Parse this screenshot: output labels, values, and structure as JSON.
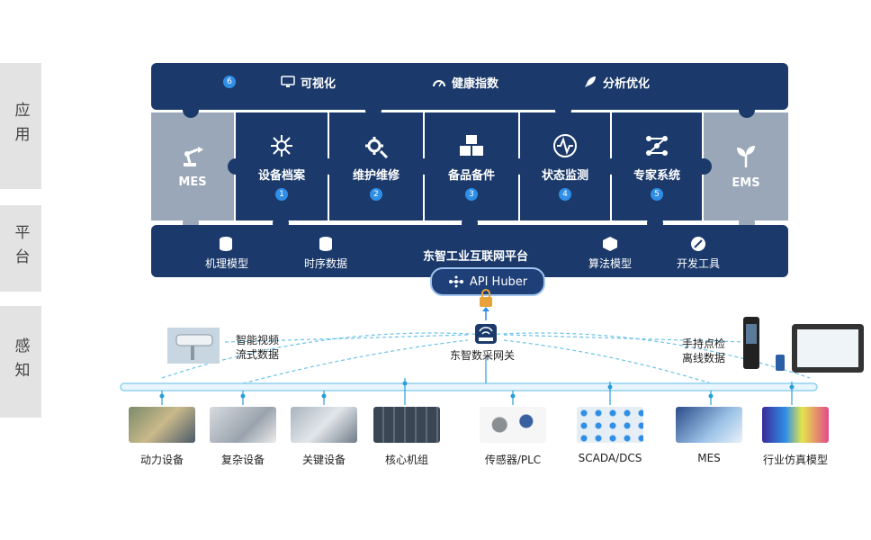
{
  "layers": [
    "应用",
    "平台",
    "感知"
  ],
  "applications": {
    "badge": "6",
    "items": [
      "可视化",
      "健康指数",
      "分析优化"
    ]
  },
  "modules": [
    {
      "label": "MES",
      "number": ""
    },
    {
      "label": "设备档案",
      "number": "1"
    },
    {
      "label": "维护维修",
      "number": "2"
    },
    {
      "label": "备品备件",
      "number": "3"
    },
    {
      "label": "状态监测",
      "number": "4"
    },
    {
      "label": "专家系统",
      "number": "5"
    },
    {
      "label": "EMS",
      "number": ""
    }
  ],
  "platform": {
    "title": "东智工业互联网平台",
    "tools": [
      "机理模型",
      "时序数据",
      "算法模型",
      "开发工具"
    ]
  },
  "api": {
    "label": "API Huber"
  },
  "gateway": {
    "label": "东智数采网关"
  },
  "sources": {
    "left": [
      "智能视频",
      "流式数据"
    ],
    "right": [
      "手持点检",
      "离线数据"
    ]
  },
  "devices": [
    "动力设备",
    "复杂设备",
    "关键设备",
    "核心机组",
    "传感器/PLC",
    "SCADA/DCS",
    "MES",
    "行业仿真模型"
  ],
  "colors": {
    "navy": "#1b3a6b",
    "gray_piece": "#9aa7b8",
    "accent": "#2f8ee6",
    "line": "#8fd0ee"
  }
}
